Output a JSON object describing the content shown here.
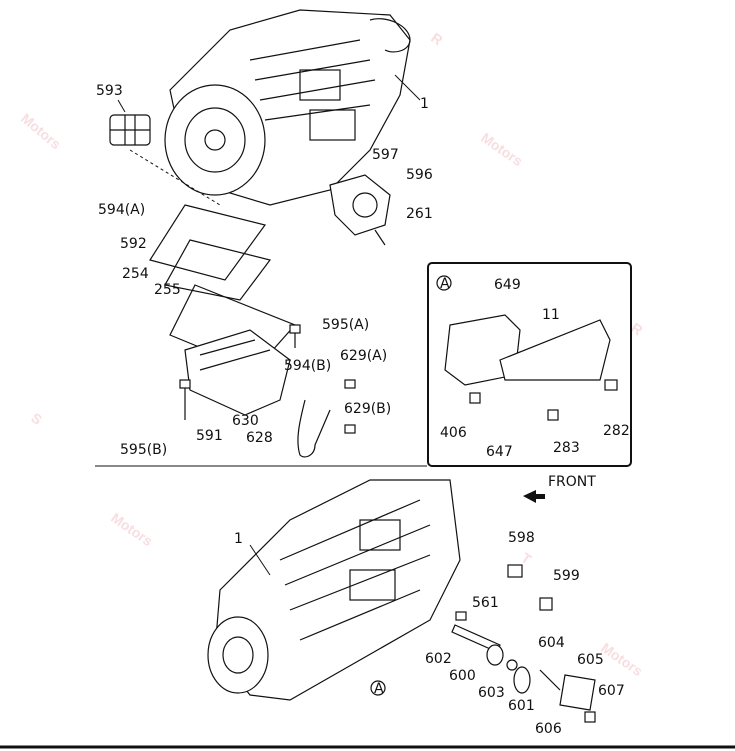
{
  "watermark": {
    "text": "Motors",
    "letters": [
      "R",
      "S",
      "T"
    ],
    "color": "#f0b7bb"
  },
  "inset": {
    "marker": "A"
  },
  "front_label": "FRONT",
  "callouts_top": [
    "593",
    "594(A)",
    "592",
    "254",
    "255",
    "595(A)",
    "594(B)",
    "629(A)",
    "629(B)",
    "630",
    "628",
    "591",
    "595(B)",
    "597",
    "596",
    "261",
    "1"
  ],
  "callouts_inset": [
    "649",
    "11",
    "406",
    "647",
    "283",
    "282"
  ],
  "callouts_bottom": [
    "1",
    "598",
    "599",
    "561",
    "604",
    "605",
    "602",
    "600",
    "603",
    "601",
    "606",
    "607"
  ],
  "labels": {
    "c593": "593",
    "c594a": "594(A)",
    "c592": "592",
    "c254": "254",
    "c255": "255",
    "c595a": "595(A)",
    "c594b": "594(B)",
    "c629a": "629(A)",
    "c629b": "629(B)",
    "c630": "630",
    "c628": "628",
    "c591": "591",
    "c595b": "595(B)",
    "c597": "597",
    "c596": "596",
    "c261": "261",
    "c1top": "1",
    "c649": "649",
    "c11": "11",
    "c406": "406",
    "c647": "647",
    "c283": "283",
    "c282": "282",
    "c1bot": "1",
    "c598": "598",
    "c599": "599",
    "c561": "561",
    "c604": "604",
    "c605": "605",
    "c602": "602",
    "c600": "600",
    "c603": "603",
    "c601": "601",
    "c606": "606",
    "c607": "607",
    "markerTop": "A",
    "markerBot": "A",
    "front": "FRONT"
  }
}
